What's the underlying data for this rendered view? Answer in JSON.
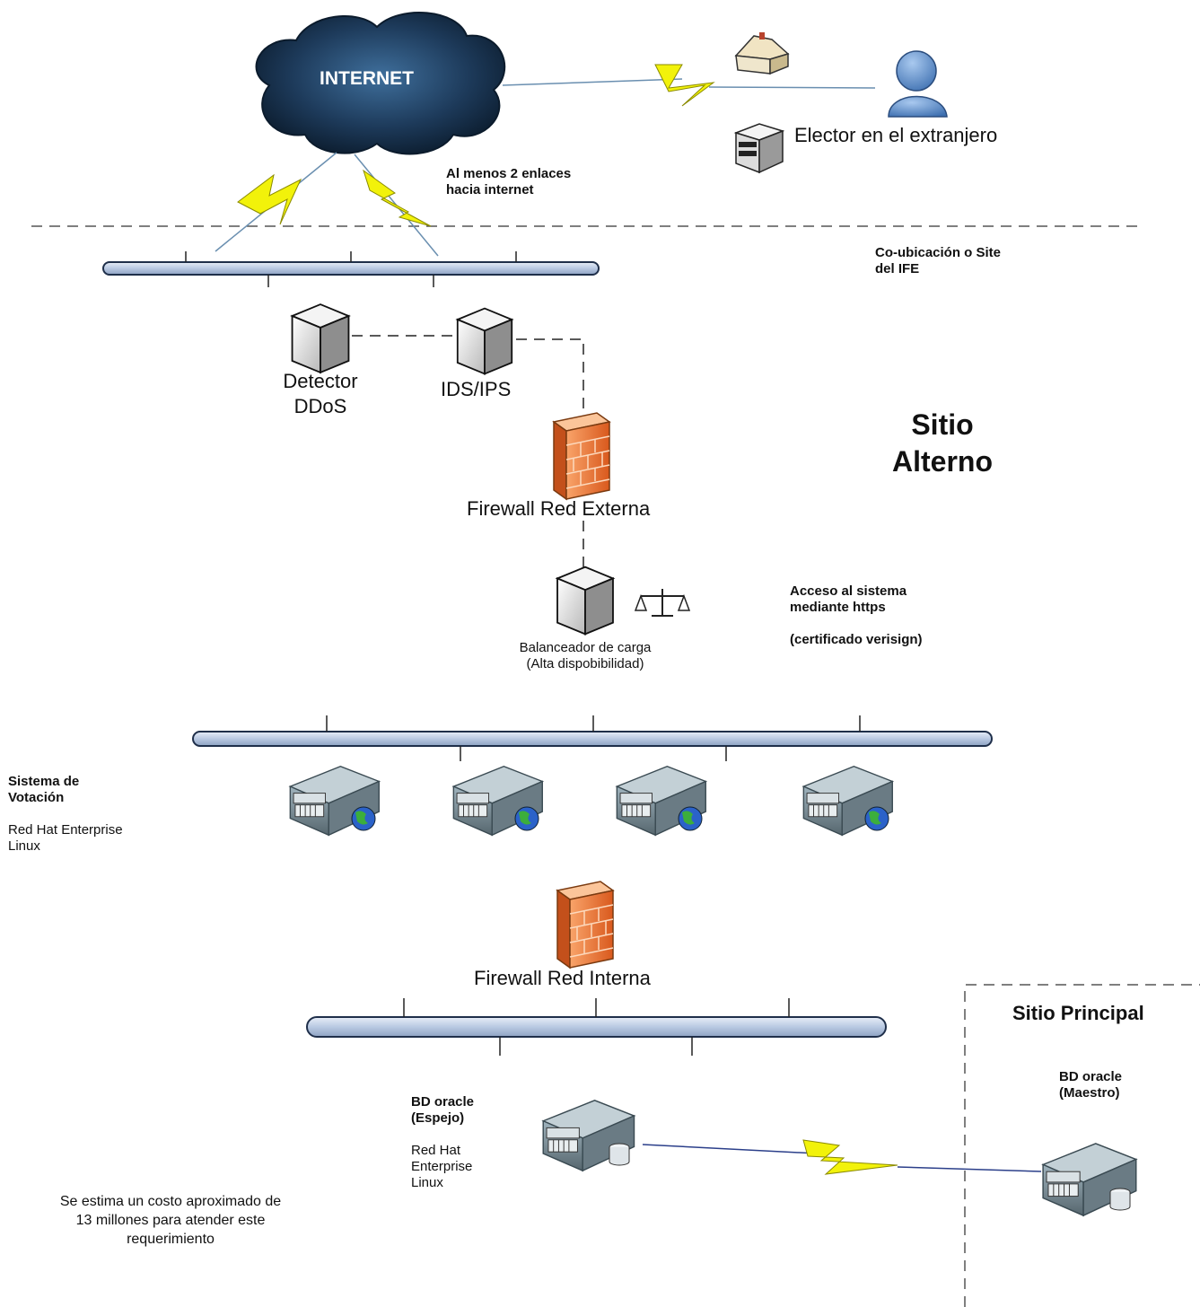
{
  "cloud": {
    "label": "INTERNET"
  },
  "voter": {
    "label": "Elector en el extranjero"
  },
  "notes": {
    "links_line1": "Al menos 2 enlaces",
    "links_line2": "hacia internet",
    "coloc_line1": "Co-ubicación o Site",
    "coloc_line2": "del IFE",
    "access_line1": "Acceso al sistema",
    "access_line2": "mediante https",
    "access_line3": "(certificado verisign)",
    "cost_line1": "Se estima un costo aproximado de",
    "cost_line2": "13 millones para atender este",
    "cost_line3": "requerimiento"
  },
  "devices": {
    "ddos_line1": "Detector",
    "ddos_line2": "DDoS",
    "ids": "IDS/IPS",
    "fw_ext": "Firewall Red Externa",
    "lb_line1": "Balanceador de carga",
    "lb_line2": "(Alta dispobibilidad)",
    "fw_int": "Firewall Red Interna"
  },
  "sites": {
    "alt_line1": "Sitio",
    "alt_line2": "Alterno",
    "main": "Sitio Principal"
  },
  "voting": {
    "title_line1": "Sistema de",
    "title_line2": "Votación",
    "os_line1": "Red Hat Enterprise",
    "os_line2": "Linux"
  },
  "db_mirror": {
    "title_line1": "BD oracle",
    "title_line2": "(Espejo)",
    "os_line1": "Red Hat",
    "os_line2": "Enterprise",
    "os_line3": "Linux"
  },
  "db_master": {
    "title_line1": "BD oracle",
    "title_line2": "(Maestro)"
  },
  "colors": {
    "bus_fill": "#c9d6ea",
    "bus_stroke": "#1f2f4a",
    "lightning": "#f2f20a",
    "firewall": "#e8752e",
    "server": "#7d8f99",
    "cloud": "#22384f"
  }
}
